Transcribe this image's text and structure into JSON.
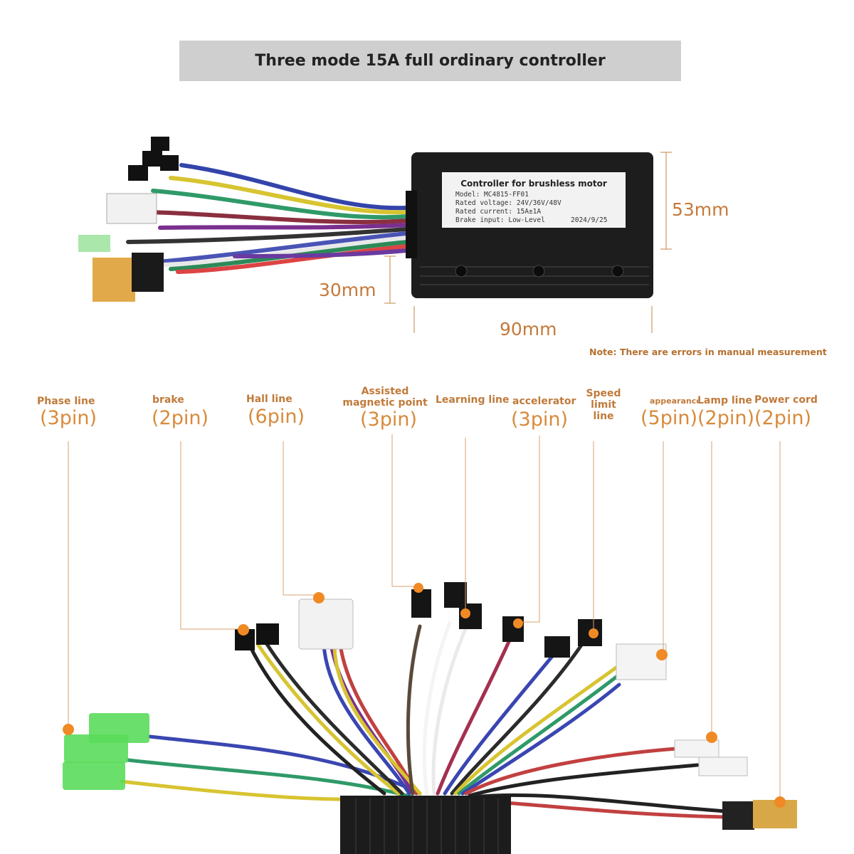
{
  "title": "Three mode 15A full ordinary controller",
  "product_label": {
    "heading": "Controller for brushless motor",
    "lines": [
      "Model: MC4815-FF01",
      "Rated voltage: 24V/36V/48V",
      "Rated current: 15A±1A",
      "Brake input: Low-Level",
      "2024/9/25"
    ]
  },
  "dimensions": {
    "height": "53mm",
    "thickness": "30mm",
    "length": "90mm"
  },
  "note": "Note: There are errors in manual measurement",
  "connectors": [
    {
      "label": "Phase line",
      "pins": "(3pin)"
    },
    {
      "label": "brake",
      "pins": "(2pin)"
    },
    {
      "label": "Hall line",
      "pins": "(6pin)"
    },
    {
      "label": "Assisted magnetic point",
      "pins": "(3pin)"
    },
    {
      "label": "Learning line",
      "pins": ""
    },
    {
      "label": "accelerator",
      "pins": "(3pin)"
    },
    {
      "label": "Speed limit line",
      "pins": ""
    },
    {
      "label": "appearance",
      "pins": "(5pin)"
    },
    {
      "label": "Lamp line",
      "pins": "(2pin)"
    },
    {
      "label": "Power cord",
      "pins": "(2pin)"
    }
  ],
  "colors": {
    "accent": "#c07a3a",
    "dot": "#f08a24",
    "banner": "#cfcfcf"
  }
}
